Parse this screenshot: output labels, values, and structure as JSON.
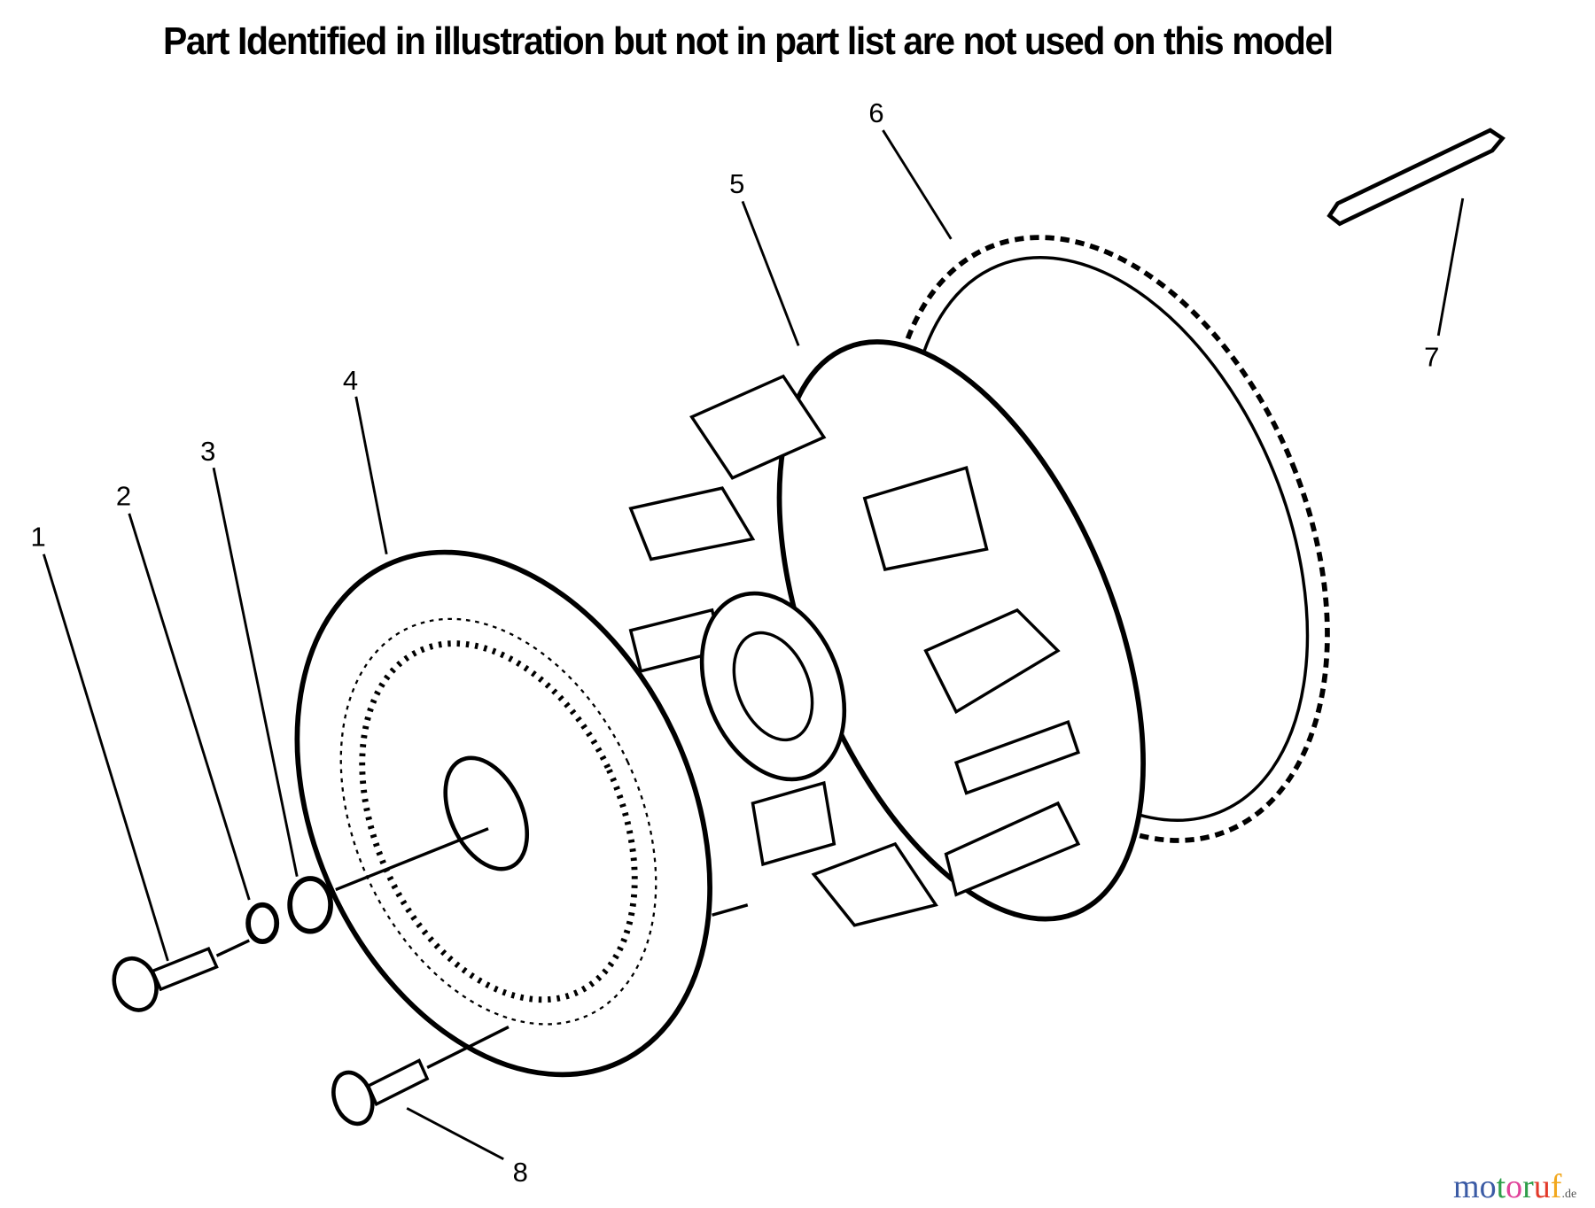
{
  "note": "Part Identified in illustration but not in part list are not used on this model",
  "callouts": [
    "1",
    "2",
    "3",
    "4",
    "5",
    "6",
    "7",
    "8"
  ],
  "watermark": {
    "text": "motoruf",
    "suffix": ".de",
    "colors": [
      "#3b5ba5",
      "#3b5ba5",
      "#2e9e4a",
      "#e0439a",
      "#2e9e4a",
      "#e23a2a",
      "#f2a81d"
    ]
  }
}
